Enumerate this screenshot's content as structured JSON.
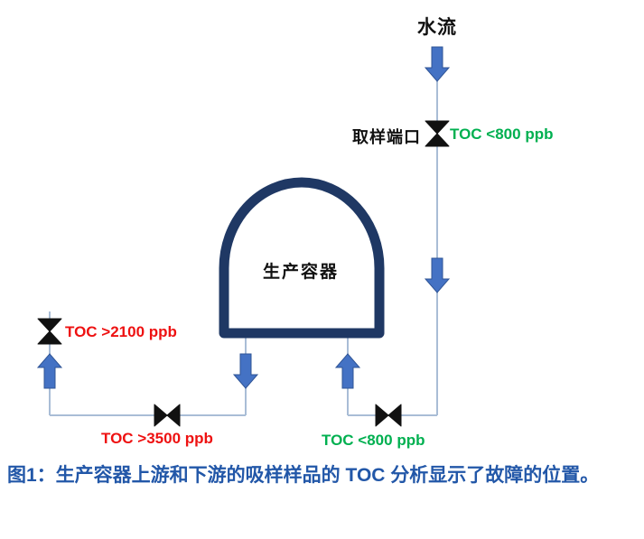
{
  "labels": {
    "water_flow": "水流",
    "sampling_port": "取样端口",
    "vessel": "生产容器",
    "toc_top_right": "TOC <800 ppb",
    "toc_left": "TOC >2100 ppb",
    "toc_bottom_left": "TOC >3500 ppb",
    "toc_bottom_right": "TOC <800 ppb",
    "caption": "图1：生产容器上游和下游的吸样样品的 TOC 分析显示了故障的位置。"
  },
  "colors": {
    "ok": "#00b050",
    "fault": "#ee1111",
    "arrow": "#4472c4",
    "vessel": "#1f3864",
    "line": "#a9bdd6",
    "valve": "#111111",
    "caption": "#2257a8"
  }
}
